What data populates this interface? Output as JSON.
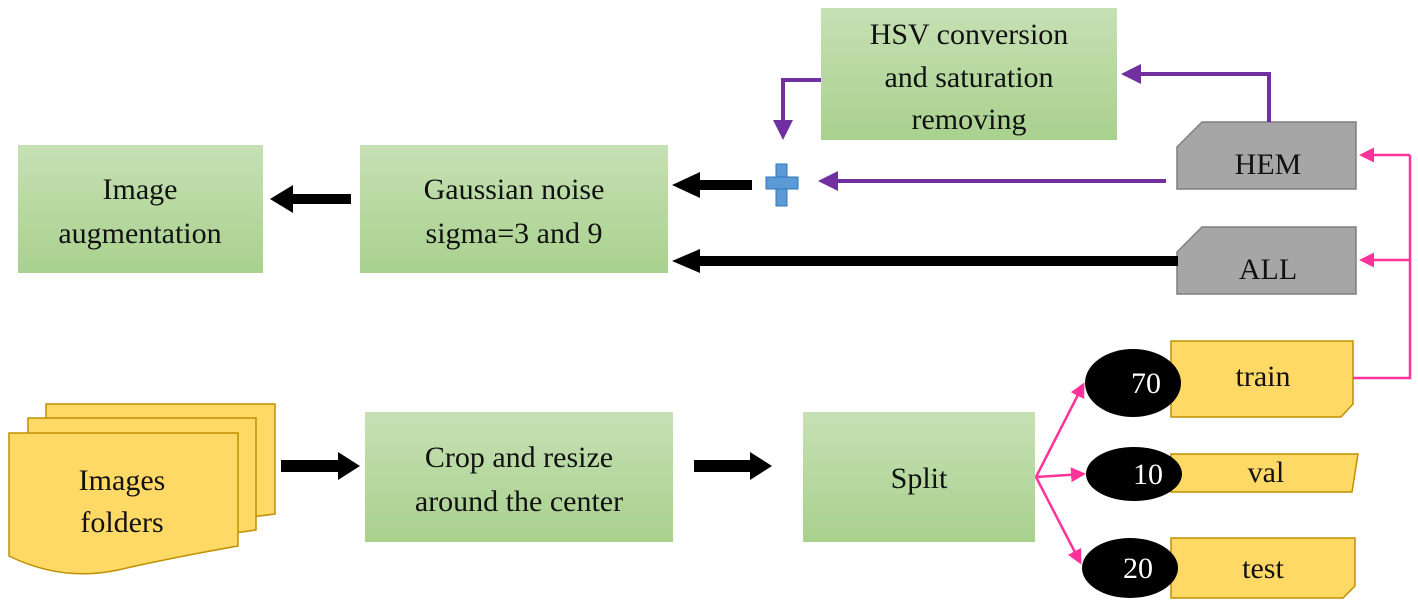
{
  "nodes": {
    "hsv": [
      "HSV conversion",
      "and saturation",
      "removing"
    ],
    "augmentation": [
      "Image",
      "augmentation"
    ],
    "gaussian": [
      "Gaussian noise",
      "sigma=3 and 9"
    ],
    "hem": "HEM",
    "all": "ALL",
    "images_folders": [
      "Images",
      "folders"
    ],
    "crop": [
      "Crop  and resize",
      "around the center"
    ],
    "split": "Split",
    "train": "train",
    "val": "val",
    "test": "test"
  },
  "split_ratios": {
    "train": "70",
    "val": "10",
    "test": "20"
  },
  "colors": {
    "green_top": "#c6e0b4",
    "green_bottom": "#a9d18e",
    "gray": "#a6a6a6",
    "yellow": "#ffd966",
    "yellow_border": "#bf9000",
    "purple": "#7030a0",
    "pink": "#ff3399",
    "plus": "#5b9bd5",
    "black": "#000000"
  },
  "icons": {
    "combine": "plus-icon",
    "folders": "folder-stack-icon"
  }
}
